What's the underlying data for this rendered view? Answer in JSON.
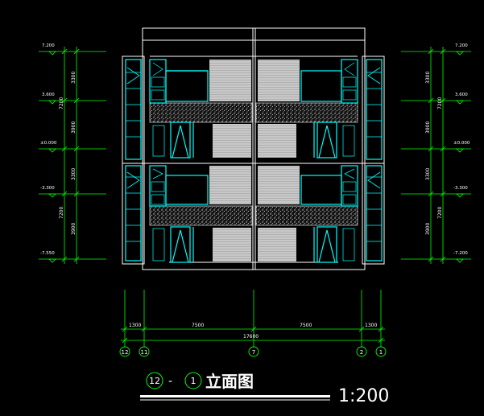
{
  "levels_left": [
    "7.200",
    "3.600",
    "±0.000",
    "-3.300",
    "-7.550"
  ],
  "levels_right": [
    "7.200",
    "3.600",
    "±0.000",
    "-3.300",
    "-7.200"
  ],
  "vertical_dims_inner": [
    "3300",
    "3900",
    "3300",
    "3900"
  ],
  "vertical_dims_outer": [
    "7200",
    "7200"
  ],
  "horizontal_dims": [
    "1300",
    "7500",
    "7500",
    "1300"
  ],
  "total_dim": "17600",
  "axes": [
    "12",
    "11",
    "7",
    "2",
    "1"
  ],
  "title": {
    "from_axis": "12",
    "separator": "-",
    "to_axis": "1",
    "text": "立面图",
    "scale": "1:200"
  },
  "colors": {
    "background": "#000000",
    "outline": "#ffffff",
    "window": "#00ffff",
    "dimension": "#00ff00",
    "stair": "#c0c0c0"
  }
}
